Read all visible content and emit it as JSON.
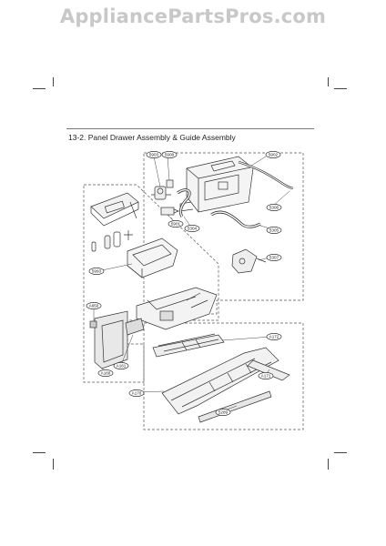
{
  "watermark": "AppliancePartsPros.com",
  "section_title": "13-2. Panel Drawer Assembly & Guide Assembly",
  "callouts": [
    {
      "id": "c-5903",
      "label": "5903"
    },
    {
      "id": "c-5908",
      "label": "5908"
    },
    {
      "id": "c-5902",
      "label": "5902"
    },
    {
      "id": "c-5901",
      "label": "5901"
    },
    {
      "id": "c-5304",
      "label": "5304"
    },
    {
      "id": "c-5306",
      "label": "5306"
    },
    {
      "id": "c-5305",
      "label": "5305"
    },
    {
      "id": "c-5307",
      "label": "5307"
    },
    {
      "id": "c-5993",
      "label": "5993"
    },
    {
      "id": "c-A650",
      "label": "A650"
    },
    {
      "id": "c-A161",
      "label": "A161"
    },
    {
      "id": "c-A160",
      "label": "A160"
    },
    {
      "id": "c-A172",
      "label": "A172"
    },
    {
      "id": "c-A171",
      "label": "A171"
    },
    {
      "id": "c-A170",
      "label": "A170"
    },
    {
      "id": "c-5289",
      "label": "5289"
    }
  ]
}
